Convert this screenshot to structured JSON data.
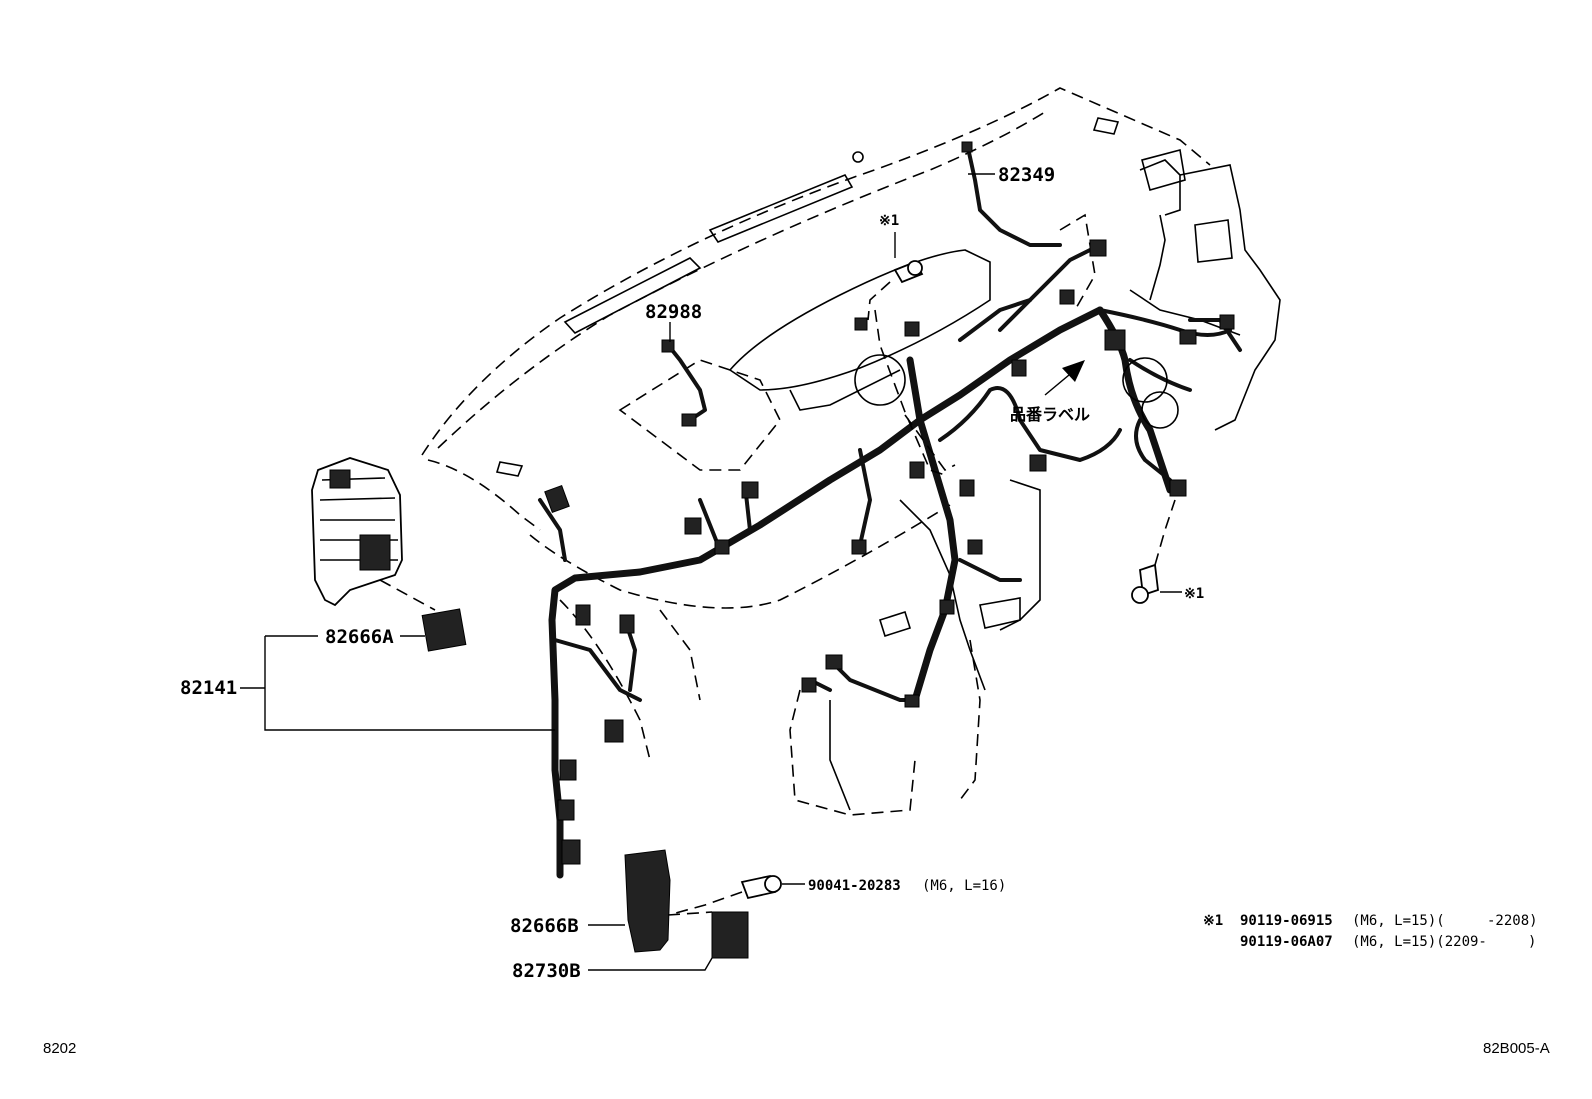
{
  "part_numbers": {
    "p82349": "82349",
    "p82988": "82988",
    "p82666A": "82666A",
    "p82141": "82141",
    "p82666B": "82666B",
    "p82730B": "82730B"
  },
  "bolt_callouts": {
    "top_marker": "※1",
    "right_marker": "※1",
    "bolt_90041": "90041-20283",
    "bolt_90041_spec": "(M6, L=16)"
  },
  "japanese_label": "品番ラベル",
  "notes": {
    "line1_marker": "※1",
    "line1_part": "90119-06915",
    "line1_spec": "(M6, L=15)(",
    "line1_range": "-2208)",
    "line2_part": "90119-06A07",
    "line2_spec": "(M6, L=15)(2209-",
    "line2_range": ")"
  },
  "footer": {
    "left_code": "8202",
    "right_code": "82B005-A"
  }
}
